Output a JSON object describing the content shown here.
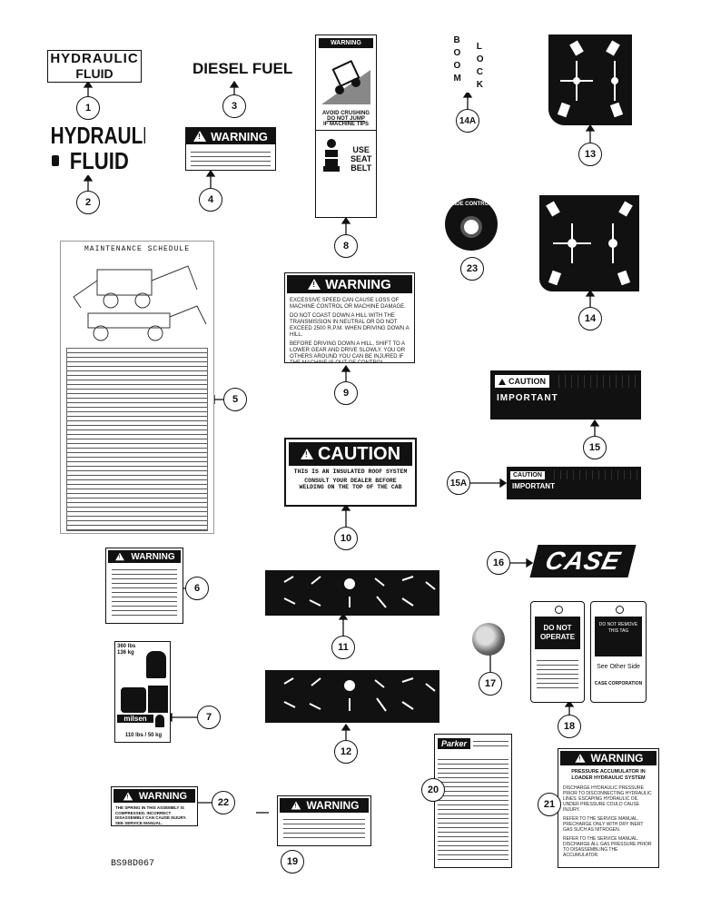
{
  "decals": {
    "hydraulic_fluid_1": {
      "line1": "HYDRAULIC",
      "line2": "FLUID"
    },
    "hydraulic_fluid_2": {
      "line1": "HYDRAULIC",
      "line2": "FLUID"
    },
    "diesel_fuel": "DIESEL FUEL",
    "warning_word": "WARNING",
    "crush_warning": {
      "l1": "AVOID CRUSHING",
      "l2": "DO NOT JUMP",
      "l3": "IF MACHINE TIPS",
      "use": "USE",
      "seat": "SEAT",
      "belt": "BELT"
    },
    "boom_lock": {
      "col1": [
        "B",
        "O",
        "O",
        "M"
      ],
      "col2": [
        "L",
        "O",
        "C",
        "K"
      ]
    },
    "ride_control": "RIDE CONTROL",
    "maintenance_schedule": "MAINTENANCE SCHEDULE",
    "speed_warning": {
      "p1": "EXCESSIVE SPEED CAN CAUSE LOSS OF MACHINE CONTROL OR MACHINE DAMAGE.",
      "p2": "DO NOT COAST DOWN A HILL WITH THE TRANSMISSION IN NEUTRAL OR DO NOT EXCEED 2500 R.P.M. WHEN DRIVING DOWN A HILL.",
      "p3": "BEFORE DRIVING DOWN A HILL, SHIFT TO A LOWER GEAR AND DRIVE SLOWLY. YOU OR OTHERS AROUND YOU CAN BE INJURED IF THE MACHINE IS OUT OF CONTROL."
    },
    "caution_word": "CAUTION",
    "important_word": "IMPORTANT",
    "roof_caution": {
      "l1": "THIS IS AN INSULATED ROOF SYSTEM",
      "l2": "CONSULT YOUR DEALER BEFORE",
      "l3": "WELDING ON THE TOP OF THE CAB"
    },
    "case_logo": "CASE",
    "do_not_operate": {
      "l1": "DO NOT",
      "l2": "OPERATE"
    },
    "tag_back": {
      "l1": "DO NOT REMOVE",
      "l2": "THIS TAG",
      "see": "See Other Side",
      "corp": "CASE CORPORATION"
    },
    "milsen": {
      "top1": "360 lbs",
      "top2": "136 kg",
      "brand": "milsen",
      "bottom": "110 lbs / 50 kg"
    },
    "parker": "Parker",
    "accumulator_warning": {
      "heading": "PRESSURE ACCUMULATOR IN LOADER HYDRAULIC SYSTEM",
      "p1": "DISCHARGE HYDRAULIC PRESSURE PRIOR TO DISCONNECTING HYDRAULIC LINES. ESCAPING HYDRAULIC OIL UNDER PRESSURE COULD CAUSE INJURY.",
      "p2": "REFER TO THE SERVICE MANUAL. PRECHARGE ONLY WITH DRY INERT GAS SUCH AS NITROGEN.",
      "p3": "REFER TO THE SERVICE MANUAL. DISCHARGE ALL GAS PRESSURE PRIOR TO DISASSEMBLING THE ACCUMULATOR."
    },
    "spring_warning": {
      "l1": "THE SPRING IN THIS ASSEMBLY IS COMPRESSED. INCORRECT DISASSEMBLY CAN CAUSE INJURY.",
      "l2": "SEE SERVICE MANUAL."
    }
  },
  "callouts": [
    "1",
    "2",
    "3",
    "4",
    "5",
    "6",
    "7",
    "8",
    "9",
    "10",
    "11",
    "12",
    "13",
    "14",
    "14A",
    "15",
    "15A",
    "16",
    "17",
    "18",
    "19",
    "20",
    "21",
    "22",
    "23"
  ],
  "figure_code": "BS98D067",
  "colors": {
    "ink": "#111111",
    "paper": "#ffffff"
  }
}
